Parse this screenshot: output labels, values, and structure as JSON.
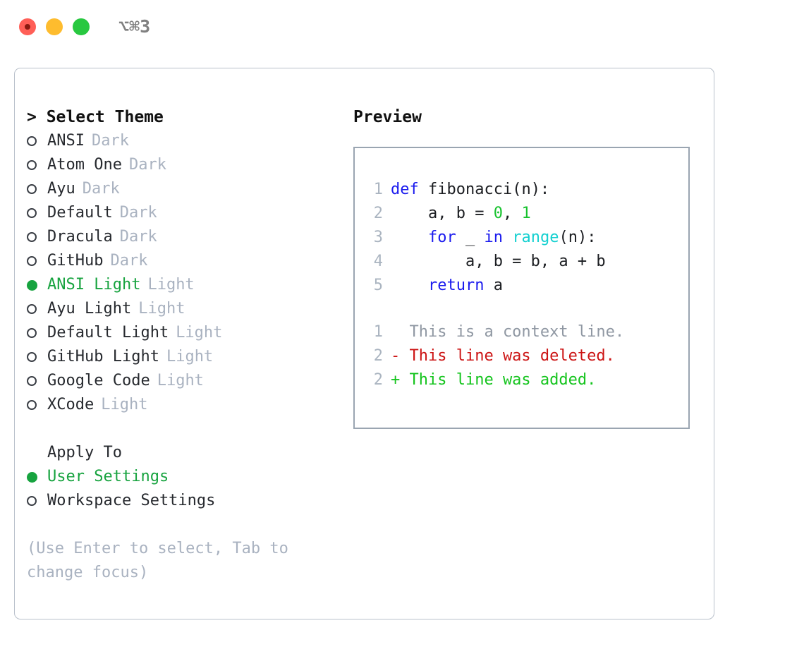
{
  "titlebar": {
    "shortcut": "⌥⌘3",
    "buttons": [
      {
        "name": "close",
        "color": "#ff5f57"
      },
      {
        "name": "minimize",
        "color": "#febc2e"
      },
      {
        "name": "zoom",
        "color": "#28c840"
      }
    ]
  },
  "theme_picker": {
    "title": "> Select Theme",
    "themes": [
      {
        "marker": "○",
        "name": "ANSI",
        "variant": "Dark",
        "selected": false
      },
      {
        "marker": "○",
        "name": "Atom One",
        "variant": "Dark",
        "selected": false
      },
      {
        "marker": "○",
        "name": "Ayu",
        "variant": "Dark",
        "selected": false
      },
      {
        "marker": "○",
        "name": "Default",
        "variant": "Dark",
        "selected": false
      },
      {
        "marker": "○",
        "name": "Dracula",
        "variant": "Dark",
        "selected": false
      },
      {
        "marker": "○",
        "name": "GitHub",
        "variant": "Dark",
        "selected": false
      },
      {
        "marker": "●",
        "name": "ANSI Light",
        "variant": "Light",
        "selected": true
      },
      {
        "marker": "○",
        "name": "Ayu Light",
        "variant": "Light",
        "selected": false
      },
      {
        "marker": "○",
        "name": "Default Light",
        "variant": "Light",
        "selected": false
      },
      {
        "marker": "○",
        "name": "GitHub Light",
        "variant": "Light",
        "selected": false
      },
      {
        "marker": "○",
        "name": "Google Code",
        "variant": "Light",
        "selected": false
      },
      {
        "marker": "○",
        "name": "XCode",
        "variant": "Light",
        "selected": false
      }
    ]
  },
  "apply_to": {
    "title": "Apply To",
    "options": [
      {
        "marker": "●",
        "label": "User Settings",
        "selected": true
      },
      {
        "marker": "○",
        "label": "Workspace Settings",
        "selected": false
      }
    ]
  },
  "hint": "(Use Enter to select, Tab to change focus)",
  "preview": {
    "title": "Preview",
    "code_lines": [
      {
        "no": "1",
        "tokens": [
          {
            "t": "def",
            "c": "kw"
          },
          {
            "t": " fibonacci(n):",
            "c": "plain"
          }
        ]
      },
      {
        "no": "2",
        "tokens": [
          {
            "t": "    a, b = ",
            "c": "plain"
          },
          {
            "t": "0",
            "c": "num"
          },
          {
            "t": ", ",
            "c": "plain"
          },
          {
            "t": "1",
            "c": "num"
          }
        ]
      },
      {
        "no": "3",
        "tokens": [
          {
            "t": "    ",
            "c": "plain"
          },
          {
            "t": "for",
            "c": "kw"
          },
          {
            "t": " _ ",
            "c": "plain"
          },
          {
            "t": "in",
            "c": "kw"
          },
          {
            "t": " ",
            "c": "plain"
          },
          {
            "t": "range",
            "c": "fn"
          },
          {
            "t": "(n):",
            "c": "plain"
          }
        ]
      },
      {
        "no": "4",
        "tokens": [
          {
            "t": "        a, b = b, a + b",
            "c": "plain"
          }
        ]
      },
      {
        "no": "5",
        "tokens": [
          {
            "t": "    ",
            "c": "plain"
          },
          {
            "t": "return",
            "c": "kw"
          },
          {
            "t": " a",
            "c": "plain"
          }
        ]
      }
    ],
    "diff_lines": [
      {
        "no": "1",
        "sign": "  ",
        "text": "This is a context line.",
        "kind": "diff-ctx"
      },
      {
        "no": "2",
        "sign": "- ",
        "text": "This line was deleted.",
        "kind": "diff-del"
      },
      {
        "no": "2",
        "sign": "+ ",
        "text": "This line was added.",
        "kind": "diff-add"
      }
    ]
  },
  "colors": {
    "accent_green": "#17a33f",
    "keyword_blue": "#1a1aee",
    "function_cyan": "#14d0d0",
    "number_green": "#17c22e",
    "diff_red": "#cc1414",
    "diff_green": "#14c41d",
    "muted": "#a9b2c0",
    "border": "#9aa5b1",
    "panel_border": "#b9c0cb"
  }
}
